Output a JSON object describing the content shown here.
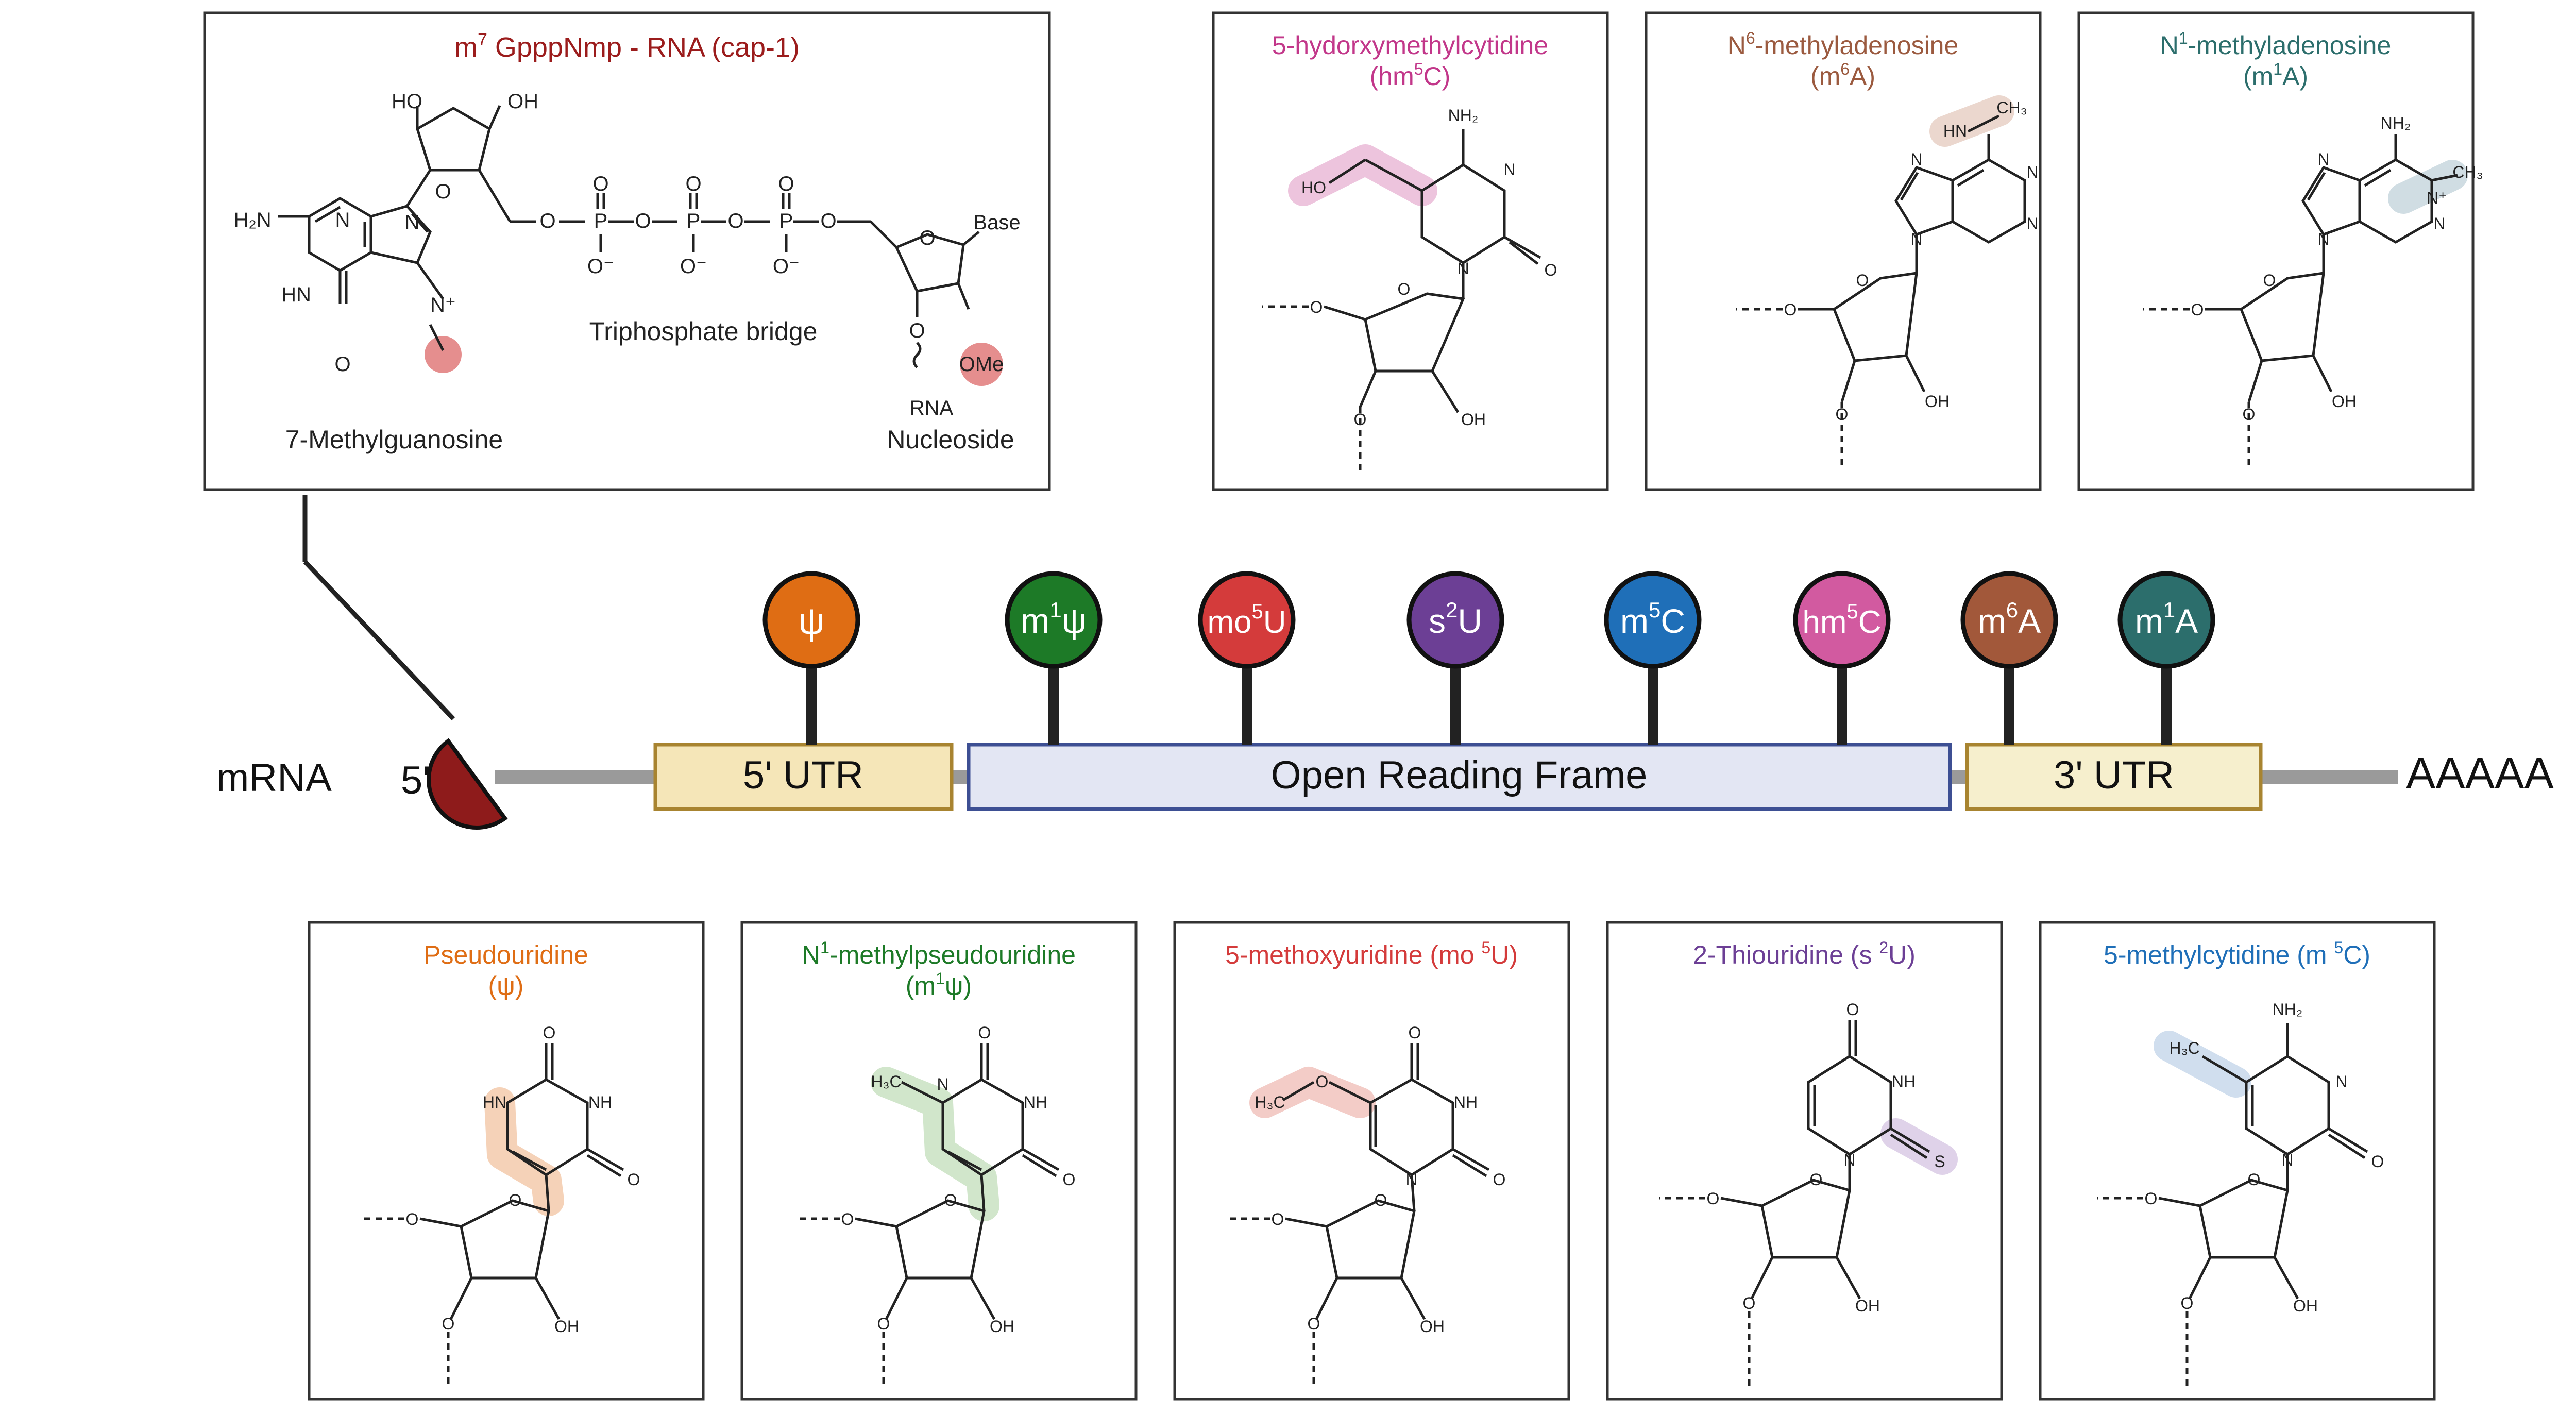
{
  "mrna": {
    "label": "mRNA",
    "five_prime": "5'",
    "utr5": "5' UTR",
    "orf": "Open Reading Frame",
    "utr3": "3' UTR",
    "polya": "AAAAA",
    "colors": {
      "cap": "#8e1b1b",
      "line": "#9a9a9a",
      "utr_fill": "#f5e6b8",
      "utr_stroke": "#a88430",
      "orf_fill": "#e3e6f3",
      "orf_stroke": "#3d4f93"
    }
  },
  "markers": [
    {
      "base": "ψ",
      "sup": "",
      "tail": "",
      "color": "#df6d14"
    },
    {
      "base": "m",
      "sup": "1",
      "tail": "ψ",
      "color": "#1d7a27"
    },
    {
      "base": "mo",
      "sup": "5",
      "tail": "U",
      "color": "#d43b3b"
    },
    {
      "base": "s",
      "sup": "2",
      "tail": "U",
      "color": "#6c3f95"
    },
    {
      "base": "m",
      "sup": "5",
      "tail": "C",
      "color": "#1f6fb8"
    },
    {
      "base": "hm",
      "sup": "5",
      "tail": "C",
      "color": "#d25aa0"
    },
    {
      "base": "m",
      "sup": "6",
      "tail": "A",
      "color": "#a2583a"
    },
    {
      "base": "m",
      "sup": "1",
      "tail": "A",
      "color": "#2c6e6c"
    }
  ],
  "cap_box": {
    "title_pre": "m",
    "title_sup": "7",
    "title_post": " GpppNmp - RNA (cap-1)",
    "title_color": "#9b1c1c",
    "bridge_label": "Triphosphate bridge",
    "guanosine_label": "7-Methylguanosine",
    "nucleoside_label": "Nucleoside",
    "atoms": {
      "ho": "HO",
      "oh": "OH",
      "h2n": "H₂N",
      "hn": "HN",
      "n": "N",
      "nplus": "N⁺",
      "o": "O",
      "p": "P",
      "o_minus": "O⁻",
      "base": "Base",
      "ome": "OMe",
      "rna": "RNA"
    }
  },
  "boxes_top": [
    {
      "title1": "5-hydorxymethylcytidine",
      "title2_pre": "(hm",
      "title2_sup": "5",
      "title2_post": "C)",
      "color": "#c2378a",
      "sub": "HO",
      "amine": "NH₂"
    },
    {
      "title1_pre": "N",
      "title1_sup": "6",
      "title1_post": "-methyladenosine",
      "title2_pre": "(m",
      "title2_sup": "6",
      "title2_post": "A)",
      "color": "#9b5a3f",
      "sub": "HN",
      "methyl": "CH₃"
    },
    {
      "title1_pre": "N",
      "title1_sup": "1",
      "title1_post": "-methyladenosine",
      "title2_pre": "(m",
      "title2_sup": "1",
      "title2_post": "A)",
      "color": "#2c6e6c",
      "amine": "NH₂",
      "methyl": "CH₃"
    }
  ],
  "boxes_bottom": [
    {
      "title1": "Pseudouridine",
      "title2": "(ψ)",
      "color": "#df6d14"
    },
    {
      "title1_pre": "N",
      "title1_sup": "1",
      "title1_post": "-methylpseudouridine",
      "title2_pre": "(m",
      "title2_sup": "1",
      "title2_post": "ψ)",
      "color": "#1d7a27",
      "methyl": "H₃C"
    },
    {
      "title1_pre": "5-methoxyuridine (mo ",
      "title1_sup": "5",
      "title1_post": "U)",
      "color": "#d43b3b",
      "methyl": "H₃C"
    },
    {
      "title1_pre": "2-Thiouridine (s ",
      "title1_sup": "2",
      "title1_post": "U)",
      "color": "#6c3f95",
      "s": "S"
    },
    {
      "title1_pre": "5-methylcytidine (m ",
      "title1_sup": "5",
      "title1_post": "C)",
      "color": "#1f6fb8",
      "methyl": "H₃C",
      "amine": "NH₂"
    }
  ],
  "atoms": {
    "o": "O",
    "n": "N",
    "nh": "NH",
    "hn": "HN",
    "oh": "OH",
    "nplus": "N⁺"
  }
}
